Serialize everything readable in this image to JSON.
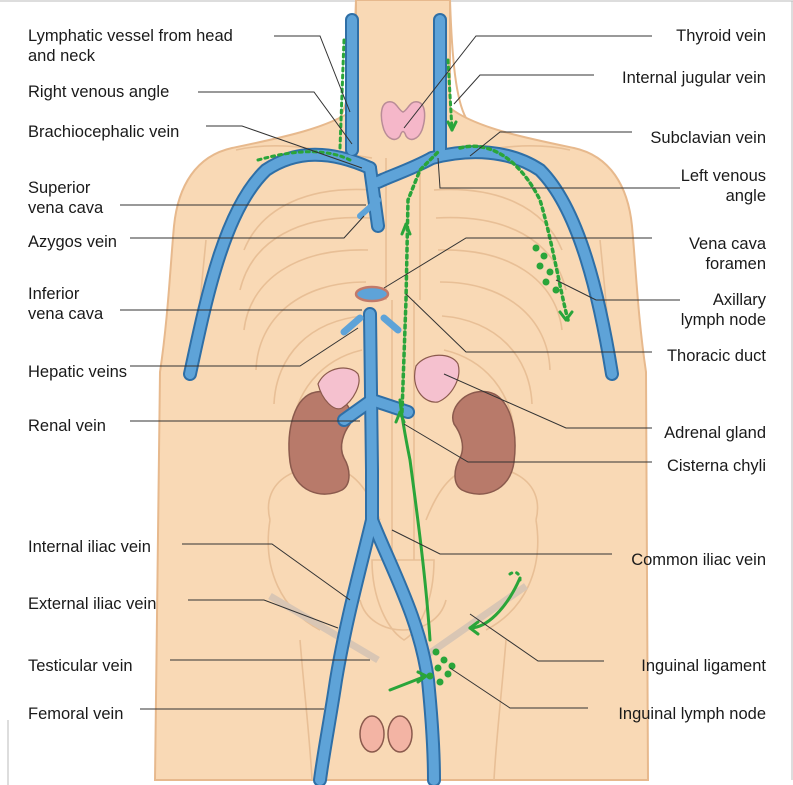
{
  "colors": {
    "skin": "#f9d9b5",
    "skin_outline": "#e7b98d",
    "bone": "#efc9a1",
    "vein": "#5ea3d8",
    "vein_dark": "#2f6fa6",
    "lymph": "#2aa53a",
    "kidney": "#b87a6a",
    "adrenal": "#f5c1cf",
    "thyroid": "#f5b7c9",
    "leader": "#333333",
    "background": "#ffffff"
  },
  "labels_left": [
    {
      "id": "lymphatic-vessel",
      "lines": [
        "Lymphatic vessel from head",
        "and neck"
      ]
    },
    {
      "id": "right-venous-angle",
      "lines": [
        "Right venous angle"
      ]
    },
    {
      "id": "brachiocephalic-vein",
      "lines": [
        "Brachiocephalic vein"
      ]
    },
    {
      "id": "superior-vena-cava",
      "lines": [
        "Superior",
        "vena cava"
      ]
    },
    {
      "id": "azygos-vein",
      "lines": [
        "Azygos vein"
      ]
    },
    {
      "id": "inferior-vena-cava",
      "lines": [
        "Inferior",
        "vena cava"
      ]
    },
    {
      "id": "hepatic-veins",
      "lines": [
        "Hepatic veins"
      ]
    },
    {
      "id": "renal-vein",
      "lines": [
        "Renal vein"
      ]
    },
    {
      "id": "internal-iliac-vein",
      "lines": [
        "Internal iliac vein"
      ]
    },
    {
      "id": "external-iliac-vein",
      "lines": [
        "External iliac vein"
      ]
    },
    {
      "id": "testicular-vein",
      "lines": [
        "Testicular vein"
      ]
    },
    {
      "id": "femoral-vein",
      "lines": [
        "Femoral vein"
      ]
    }
  ],
  "labels_right": [
    {
      "id": "thyroid-vein",
      "lines": [
        "Thyroid vein"
      ]
    },
    {
      "id": "internal-jugular-vein",
      "lines": [
        "Internal jugular vein"
      ]
    },
    {
      "id": "subclavian-vein",
      "lines": [
        "Subclavian vein"
      ]
    },
    {
      "id": "left-venous-angle",
      "lines": [
        "Left venous",
        "angle"
      ]
    },
    {
      "id": "vena-cava-foramen",
      "lines": [
        "Vena cava",
        "foramen"
      ]
    },
    {
      "id": "axillary-lymph-node",
      "lines": [
        "Axillary",
        "lymph node"
      ]
    },
    {
      "id": "thoracic-duct",
      "lines": [
        "Thoracic duct"
      ]
    },
    {
      "id": "adrenal-gland",
      "lines": [
        "Adrenal gland"
      ]
    },
    {
      "id": "cisterna-chyli",
      "lines": [
        "Cisterna chyli"
      ]
    },
    {
      "id": "common-iliac-vein",
      "lines": [
        "Common iliac vein"
      ]
    },
    {
      "id": "inguinal-ligament",
      "lines": [
        "Inguinal ligament"
      ]
    },
    {
      "id": "inguinal-lymph-node",
      "lines": [
        "Inguinal lymph node"
      ]
    }
  ]
}
